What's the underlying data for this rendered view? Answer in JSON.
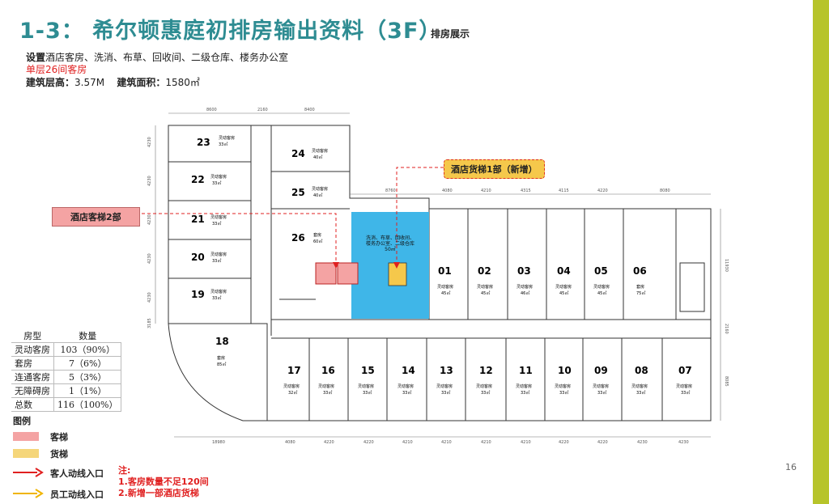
{
  "header": {
    "title": "1-3： 希尔顿惠庭初排房输出资料（3F）",
    "subtitle": "排房展示"
  },
  "description": {
    "line1_bold": "设置",
    "line1_rest": "酒店客房、洗消、布草、回收间、二级仓库、楼务办公室",
    "line2": "单层26间客房",
    "line3_height_label": "建筑层高：",
    "line3_height_value": "3.57M",
    "line3_area_label": "建筑面积：",
    "line3_area_value": "1580㎡"
  },
  "callouts": {
    "service_lift": "酒店货梯1部（新增）",
    "guest_elevator": "酒店客梯2部"
  },
  "rooms": [
    {
      "no": "23",
      "type": "灵动客房",
      "area": "33㎡"
    },
    {
      "no": "22",
      "type": "灵动客房",
      "area": "33㎡"
    },
    {
      "no": "21",
      "type": "灵动客房",
      "area": "33㎡"
    },
    {
      "no": "20",
      "type": "灵动客房",
      "area": "33㎡"
    },
    {
      "no": "19",
      "type": "灵动客房",
      "area": "33㎡"
    },
    {
      "no": "24",
      "type": "灵动客房",
      "area": "40㎡"
    },
    {
      "no": "25",
      "type": "灵动客房",
      "area": "40㎡"
    },
    {
      "no": "26",
      "type": "套房",
      "area": "60㎡"
    },
    {
      "no": "18",
      "type": "套房",
      "area": "85㎡"
    },
    {
      "no": "01",
      "type": "灵动客房",
      "area": "45㎡"
    },
    {
      "no": "02",
      "type": "灵动客房",
      "area": "45㎡"
    },
    {
      "no": "03",
      "type": "灵动客房",
      "area": "46㎡"
    },
    {
      "no": "04",
      "type": "灵动客房",
      "area": "45㎡"
    },
    {
      "no": "05",
      "type": "灵动客房",
      "area": "45㎡"
    },
    {
      "no": "06",
      "type": "套房",
      "area": "75㎡"
    },
    {
      "no": "17",
      "type": "灵动客房",
      "area": "32㎡"
    },
    {
      "no": "16",
      "type": "灵动客房",
      "area": "33㎡"
    },
    {
      "no": "15",
      "type": "灵动客房",
      "area": "33㎡"
    },
    {
      "no": "14",
      "type": "灵动客房",
      "area": "33㎡"
    },
    {
      "no": "13",
      "type": "灵动客房",
      "area": "33㎡"
    },
    {
      "no": "12",
      "type": "灵动客房",
      "area": "33㎡"
    },
    {
      "no": "11",
      "type": "灵动客房",
      "area": "33㎡"
    },
    {
      "no": "10",
      "type": "灵动客房",
      "area": "33㎡"
    },
    {
      "no": "09",
      "type": "灵动客房",
      "area": "33㎡"
    },
    {
      "no": "08",
      "type": "灵动客房",
      "area": "33㎡"
    },
    {
      "no": "07",
      "type": "灵动客房",
      "area": "33㎡"
    }
  ],
  "service_area": {
    "line1": "洗消、布草、回收间、",
    "line2": "楼务办公室、二级仓库",
    "area": "50㎡"
  },
  "dimensions": {
    "top_left": [
      "8600",
      "2160",
      "8400"
    ],
    "top_right": [
      "8760",
      "4080",
      "4210",
      "4315",
      "4115",
      "4220",
      "8080"
    ],
    "bottom": [
      "18980",
      "4080",
      "4220",
      "4220",
      "4210",
      "4210",
      "4210",
      "4210",
      "4220",
      "4220",
      "4230",
      "4230"
    ],
    "left": [
      "4230",
      "4230",
      "4230",
      "4230",
      "4230",
      "3185"
    ],
    "right": [
      "11930",
      "2160",
      "8085"
    ]
  },
  "stats": {
    "headers": [
      "房型",
      "数量"
    ],
    "rows": [
      [
        "灵动客房",
        "103（90%）"
      ],
      [
        "套房",
        "7（6%）"
      ],
      [
        "连通客房",
        "5（3%）"
      ],
      [
        "无障碍房",
        "1（1%）"
      ],
      [
        "总数",
        "116（100%）"
      ]
    ]
  },
  "legend": {
    "title": "图例",
    "items": [
      {
        "label": "客梯",
        "color": "#f4a3a3"
      },
      {
        "label": "货梯",
        "color": "#f5d67a"
      },
      {
        "label": "客人动线入口",
        "color": "#e02020"
      },
      {
        "label": "员工动线入口",
        "color": "#f0b400"
      }
    ]
  },
  "notes": {
    "title": "注:",
    "items": [
      "1.客房数量不足120间",
      "2.新增一部酒店货梯"
    ]
  },
  "page_number": "16",
  "colors": {
    "title": "#2e8c92",
    "accent": "#b7c42a",
    "service_area": "#3fb6e8",
    "guest_elevator": "#f4a3a3",
    "service_lift": "#f5c84b"
  }
}
